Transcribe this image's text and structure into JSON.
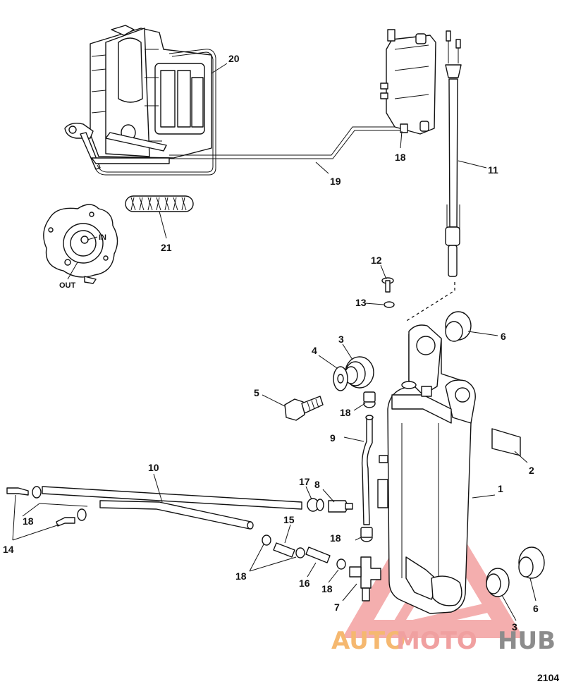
{
  "diagram": {
    "figure_id": "2104",
    "ports": {
      "in": "IN",
      "out": "OUT"
    },
    "callouts": [
      "1",
      "2",
      "3",
      "3",
      "4",
      "5",
      "6",
      "6",
      "7",
      "8",
      "9",
      "10",
      "11",
      "12",
      "13",
      "14",
      "15",
      "16",
      "17",
      "18",
      "18",
      "18",
      "18",
      "18",
      "18",
      "19",
      "20",
      "21"
    ],
    "watermark": {
      "part1": "AUTO",
      "part2": "MOTO",
      "part3": "HUB",
      "color_orange": "#f5b870",
      "color_red": "#f0a0a0",
      "color_gray": "#8c8c8c"
    }
  }
}
